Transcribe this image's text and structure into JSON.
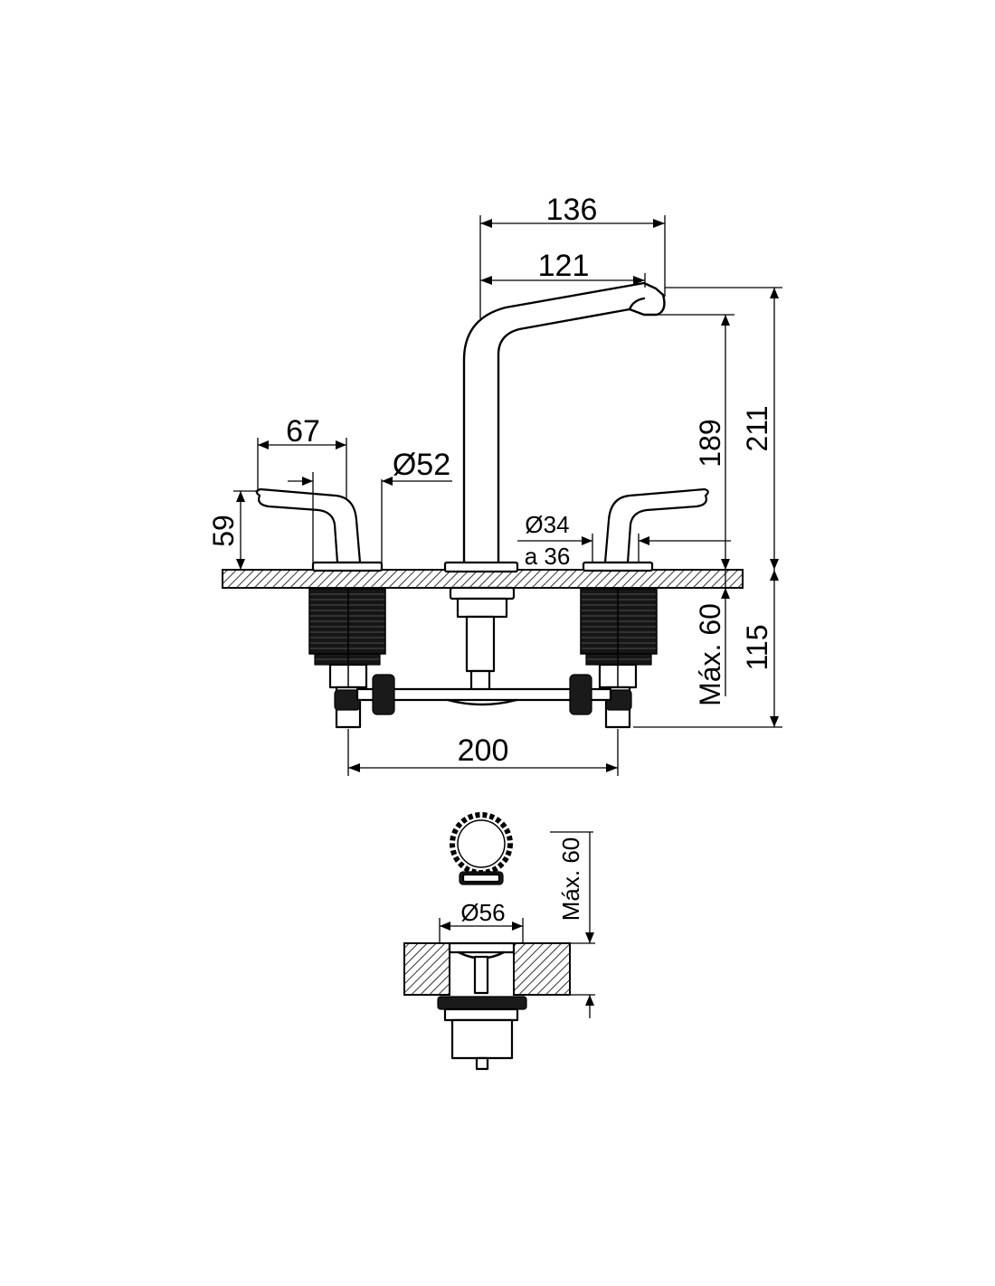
{
  "drawing": {
    "dimensions": {
      "spout_reach_overall": "136",
      "spout_reach_outlet": "121",
      "handle_width": "67",
      "handle_base_diameter": "Ø52",
      "handle_height": "59",
      "spout_outlet_height": "189",
      "overall_height": "211",
      "pipe_diameter": "Ø34",
      "pipe_diameter_range": "a 36",
      "max_deck_thickness": "Máx. 60",
      "below_deck_depth": "115",
      "center_spacing": "200",
      "drain_diameter": "Ø56",
      "drain_max_thickness": "Máx. 60"
    }
  }
}
